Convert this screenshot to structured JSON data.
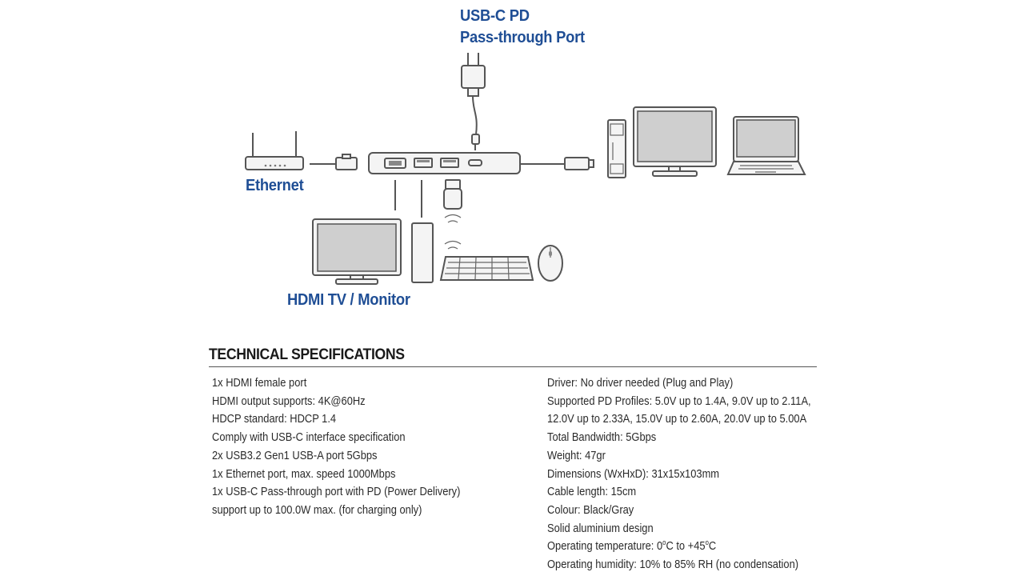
{
  "callouts": {
    "usbc_line1": "USB-C PD",
    "usbc_line2": "Pass-through Port",
    "ethernet": "Ethernet",
    "hdmi": "HDMI TV / Monitor"
  },
  "colors": {
    "callout_blue": "#1f4e95",
    "line_gray": "#555555"
  },
  "specs": {
    "heading": "TECHNICAL SPECIFICATIONS",
    "left": [
      "1x HDMI female port",
      "HDMI output supports: 4K@60Hz",
      "HDCP standard: HDCP 1.4",
      "Comply with USB-C interface specification",
      "2x USB3.2 Gen1 USB-A port 5Gbps",
      "1x Ethernet port, max. speed 1000Mbps",
      "1x USB-C Pass-through port with PD (Power Delivery)",
      "support up to 100.0W max. (for charging only)"
    ],
    "right": [
      "Driver: No driver needed (Plug and Play)",
      "Supported PD Profiles: 5.0V up to 1.4A, 9.0V up to 2.11A,",
      "12.0V up to 2.33A, 15.0V up to 2.60A, 20.0V up to 5.00A",
      "Total Bandwidth: 5Gbps",
      "Weight: 47gr",
      "Dimensions (WxHxD): 31x15x103mm",
      "Cable length: 15cm",
      "Colour: Black/Gray",
      "Solid aluminium design"
    ],
    "temp_prefix": "Operating temperature: 0",
    "temp_deg": "o",
    "temp_mid": "C to +45",
    "temp_deg2": "o",
    "temp_suffix": "C",
    "humidity": "Operating humidity: 10% to 85% RH (no condensation)"
  }
}
